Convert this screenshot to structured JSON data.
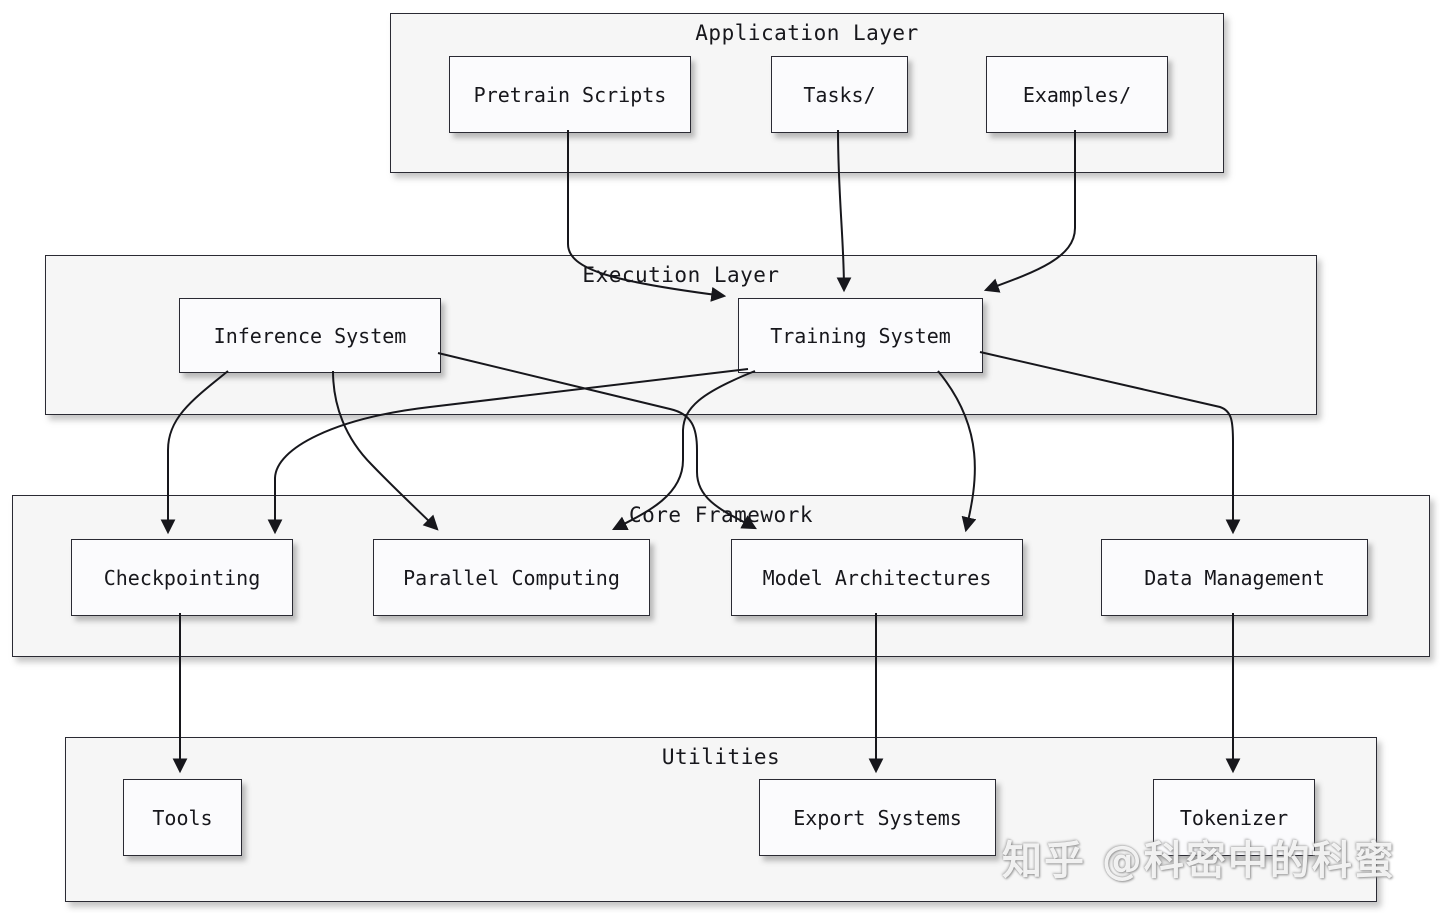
{
  "diagram": {
    "layers": [
      {
        "title": "Application Layer",
        "nodes": [
          {
            "label": "Pretrain Scripts"
          },
          {
            "label": "Tasks/"
          },
          {
            "label": "Examples/"
          }
        ]
      },
      {
        "title": "Execution Layer",
        "nodes": [
          {
            "label": "Inference System"
          },
          {
            "label": "Training System"
          }
        ]
      },
      {
        "title": "Core Framework",
        "nodes": [
          {
            "label": "Checkpointing"
          },
          {
            "label": "Parallel Computing"
          },
          {
            "label": "Model Architectures"
          },
          {
            "label": "Data Management"
          }
        ]
      },
      {
        "title": "Utilities",
        "nodes": [
          {
            "label": "Tools"
          },
          {
            "label": "Export Systems"
          },
          {
            "label": "Tokenizer"
          }
        ]
      }
    ],
    "edges": [
      {
        "from": "Pretrain Scripts",
        "to": "Training System"
      },
      {
        "from": "Tasks/",
        "to": "Training System"
      },
      {
        "from": "Examples/",
        "to": "Training System"
      },
      {
        "from": "Inference System",
        "to": "Checkpointing"
      },
      {
        "from": "Inference System",
        "to": "Parallel Computing"
      },
      {
        "from": "Inference System",
        "to": "Model Architectures"
      },
      {
        "from": "Training System",
        "to": "Checkpointing"
      },
      {
        "from": "Training System",
        "to": "Parallel Computing"
      },
      {
        "from": "Training System",
        "to": "Model Architectures"
      },
      {
        "from": "Training System",
        "to": "Data Management"
      },
      {
        "from": "Checkpointing",
        "to": "Tools"
      },
      {
        "from": "Model Architectures",
        "to": "Export Systems"
      },
      {
        "from": "Data Management",
        "to": "Tokenizer"
      }
    ],
    "colors": {
      "background": "#ffffff",
      "container_fill": "#f6f6f6",
      "node_fill": "#fbfbfd",
      "border": "#2a2a33",
      "edge": "#17171c",
      "text": "#17171c"
    }
  },
  "watermark": {
    "text": "知乎 @科密中的科蜜"
  }
}
